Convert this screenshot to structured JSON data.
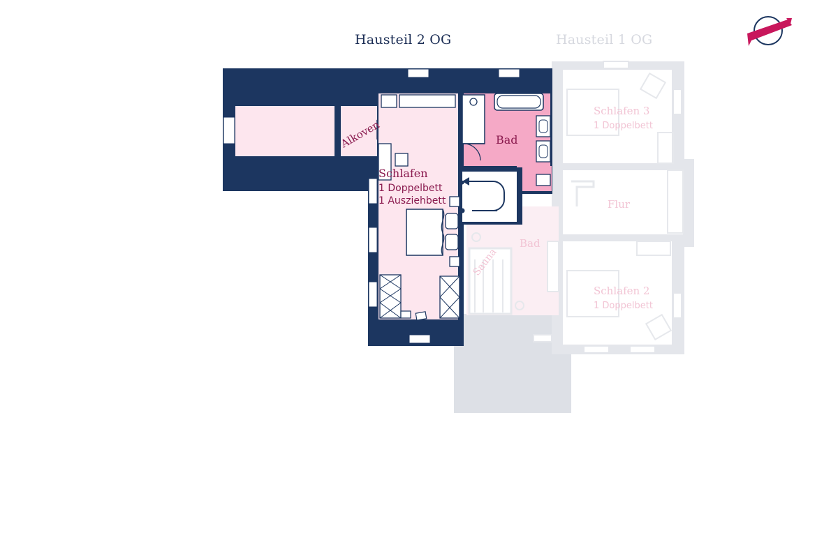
{
  "headings": {
    "active": "Hausteil 2 OG",
    "inactive": "Hausteil 1 OG"
  },
  "rooms_active": {
    "alkoven": "Alkoven",
    "schlafen": "Schlafen",
    "schlafen_beds_1": "1 Doppelbett",
    "schlafen_beds_2": "1 Ausziehbett",
    "bad": "Bad"
  },
  "rooms_inactive": {
    "schlafen3": "Schlafen 3",
    "schlafen3_beds": "1 Doppelbett",
    "flur": "Flur",
    "bad": "Bad",
    "sauna": "Sauna",
    "schlafen2": "Schlafen 2",
    "schlafen2_beds": "1 Doppelbett"
  },
  "colors": {
    "wall": "#1c3660",
    "room_fill": "#fde6ee",
    "bath_fill": "#f5a9c6",
    "label_active": "#8a1a4e",
    "inactive_wall": "#dde0e6",
    "inactive_label": "#f2c4d4",
    "logo": "#c8175c"
  },
  "icons": {
    "logo": "ribbon-globe-logo",
    "stair": "stair-arrow-icon"
  }
}
